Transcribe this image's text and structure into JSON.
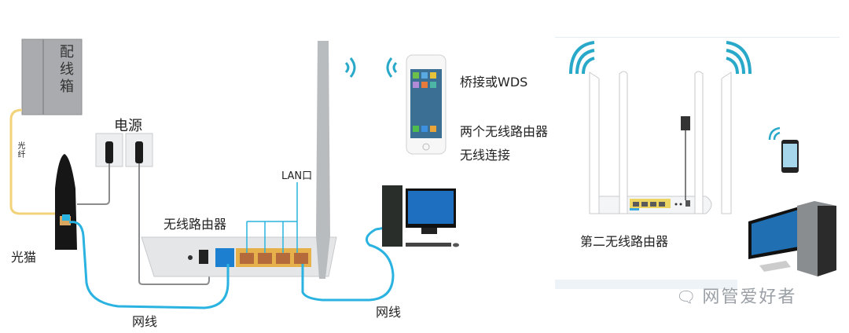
{
  "diagram": {
    "left": {
      "distribution_box": {
        "label": "配线箱"
      },
      "fiber": {
        "label": "光纤"
      },
      "power": {
        "label": "电源"
      },
      "optical_modem": {
        "label": "光猫"
      },
      "wireless_router": {
        "label": "无线路由器"
      },
      "lan_port": {
        "label": "LAN口"
      },
      "cable_left": {
        "label": "网线"
      },
      "cable_right": {
        "label": "网线"
      },
      "bridge_text": {
        "line1": "桥接或WDS",
        "line2": "两个无线路由器",
        "line3": "无线连接"
      }
    },
    "right": {
      "second_router": {
        "label": "第二无线路由器"
      }
    },
    "watermark": {
      "text": "网管爱好者"
    },
    "colors": {
      "cable_blue": "#2ab3e0",
      "fiber_yellow": "#f2d27a",
      "wifi_teal": "#29a9c9",
      "lan_orange": "#e6b04a",
      "router_body": "#e4e6e8",
      "antenna_gray": "#b9bcbf",
      "box_gray": "#a7a9ac"
    }
  }
}
